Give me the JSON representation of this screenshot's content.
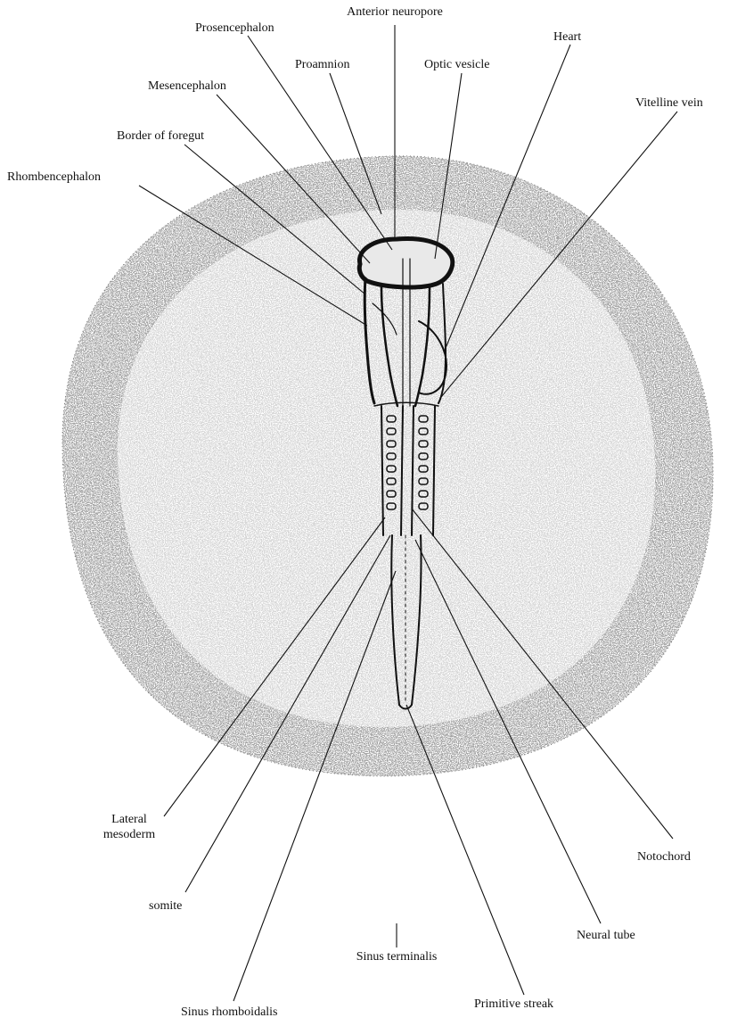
{
  "labels": {
    "anterior_neuropore": "Anterior neuropore",
    "prosencephalon": "Prosencephalon",
    "heart": "Heart",
    "proamnion": "Proamnion",
    "optic_vesicle": "Optic vesicle",
    "mesencephalon": "Mesencephalon",
    "vitelline_vein": "Vitelline vein",
    "border_of_foregut": "Border of foregut",
    "rhombencephalon": "Rhombencephalon",
    "lateral_mesoderm_line1": "Lateral",
    "lateral_mesoderm_line2": "mesoderm",
    "notochord": "Notochord",
    "somite": "somite",
    "neural_tube": "Neural tube",
    "sinus_terminalis": "Sinus terminalis",
    "sinus_rhomboidalis": "Sinus rhomboidalis",
    "primitive_streak": "Primitive streak"
  },
  "colors": {
    "ink": "#111111",
    "stipple": "#2a2a2a",
    "background": "#ffffff"
  }
}
